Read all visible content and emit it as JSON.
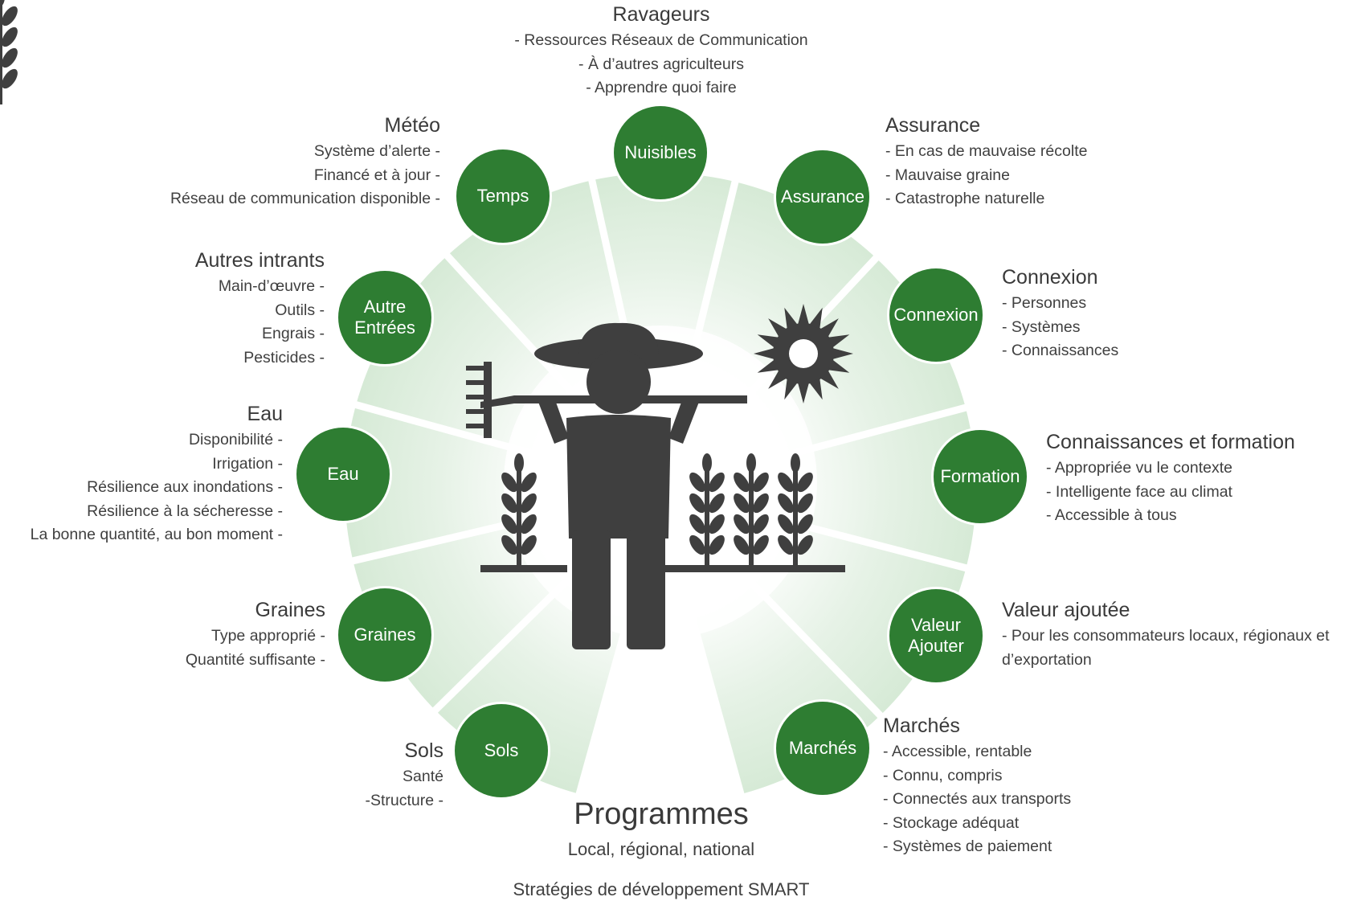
{
  "nodes": {
    "nuisibles": "Nuisibles",
    "assurance": "Assurance",
    "connexion": "Connexion",
    "formation": "Formation",
    "valeur": "Valeur\nAjouter",
    "marches": "Marchés",
    "sols": "Sols",
    "graines": "Graines",
    "eau": "Eau",
    "autre": "Autre\nEntrées",
    "temps": "Temps"
  },
  "blocks": {
    "ravageurs": {
      "title": "Ravageurs",
      "items": [
        "-  Ressources Réseaux de Communication",
        "-  À d’autres agriculteurs",
        "-  Apprendre quoi faire"
      ]
    },
    "assurance": {
      "title": "Assurance",
      "items": [
        "- En cas de mauvaise récolte",
        "- Mauvaise graine",
        "- Catastrophe naturelle"
      ]
    },
    "connexion": {
      "title": "Connexion",
      "items": [
        "- Personnes",
        "- Systèmes",
        "- Connaissances"
      ]
    },
    "formation": {
      "title": "Connaissances et formation",
      "items": [
        "- Appropriée vu le contexte",
        "- Intelligente face au climat",
        "- Accessible à tous"
      ]
    },
    "valeur": {
      "title": "Valeur ajoutée",
      "items": [
        "- Pour les consommateurs locaux, régionaux et",
        "d’exportation"
      ]
    },
    "marches": {
      "title": "Marchés",
      "items": [
        "- Accessible, rentable",
        "- Connu, compris",
        "- Connectés aux transports",
        "- Stockage adéquat",
        "- Systèmes de paiement"
      ]
    },
    "meteo": {
      "title": "Météo",
      "items": [
        "Système d’alerte -",
        "Financé et à jour -",
        "Réseau de communication disponible -"
      ]
    },
    "intrants": {
      "title": "Autres intrants",
      "items": [
        "Main-d’œuvre -",
        "Outils -",
        "Engrais -",
        "Pesticides -"
      ]
    },
    "eau": {
      "title": "Eau",
      "items": [
        "Disponibilité -",
        "Irrigation -",
        "Résilience aux inondations -",
        "Résilience à la sécheresse -",
        "La bonne quantité, au bon moment -"
      ]
    },
    "graines": {
      "title": "Graines",
      "items": [
        "Type approprié -",
        "Quantité suffisante -"
      ]
    },
    "sols": {
      "title": "Sols",
      "items": [
        "Santé",
        "-Structure -"
      ]
    }
  },
  "center": {
    "title": "Programmes",
    "subtitle": "Local, régional, national",
    "footer": "Stratégies de développement SMART"
  },
  "colors": {
    "node": "#2e7d32",
    "ring": "#d9ecd9",
    "ring_center": "#ffffff",
    "icon": "#3f3f3f"
  },
  "icons": [
    "farmer-icon",
    "rake-icon",
    "sun-icon",
    "wheat-icon"
  ]
}
